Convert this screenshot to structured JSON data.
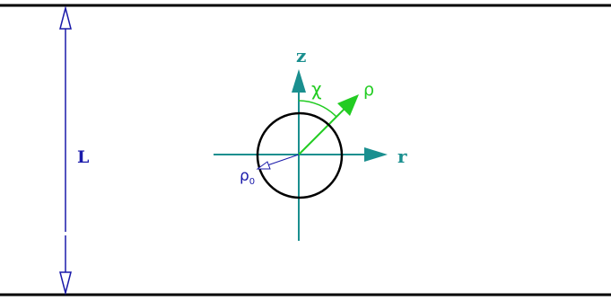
{
  "labels": {
    "length": "L",
    "z_axis": "z",
    "r_axis": "r",
    "angle": "χ",
    "radius_vector": "ρ",
    "radius0_symbol": "ρ",
    "radius0_subscript": "0"
  },
  "colors": {
    "boundary": "#000000",
    "length_arrow": "#1a1aaa",
    "axes": "#1a8f8f",
    "rho_vector": "#22cc22",
    "circle": "#000000",
    "rho0_vector": "#1a1aaa"
  }
}
